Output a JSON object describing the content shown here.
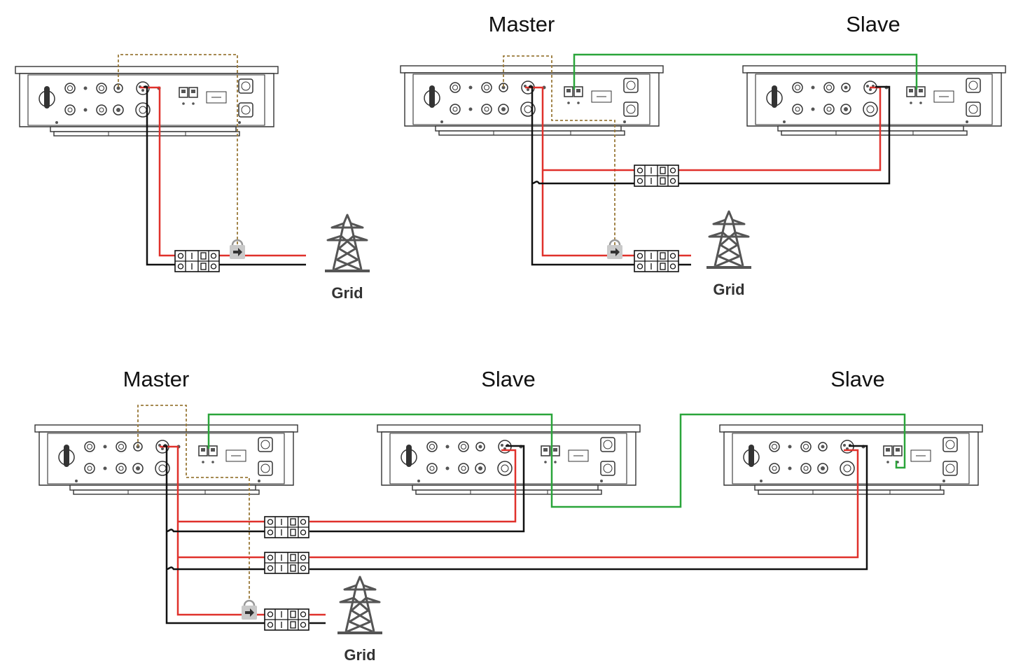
{
  "labels": {
    "master": "Master",
    "slave": "Slave",
    "grid": "Grid"
  },
  "diagrams": [
    {
      "name": "single-inverter",
      "roles": []
    },
    {
      "name": "two-inverters-parallel",
      "roles": [
        "Master",
        "Slave"
      ]
    },
    {
      "name": "three-inverters-parallel",
      "roles": [
        "Master",
        "Slave",
        "Slave"
      ]
    }
  ],
  "colors": {
    "ac_line": "#e0312b",
    "ac_neutral": "#111111",
    "parallel_communication": "#2aa53a",
    "ct_signal": "#9a7a3a"
  },
  "icons": [
    "inverter-icon",
    "breaker-icon",
    "ct-clamp-icon",
    "power-tower-icon"
  ]
}
